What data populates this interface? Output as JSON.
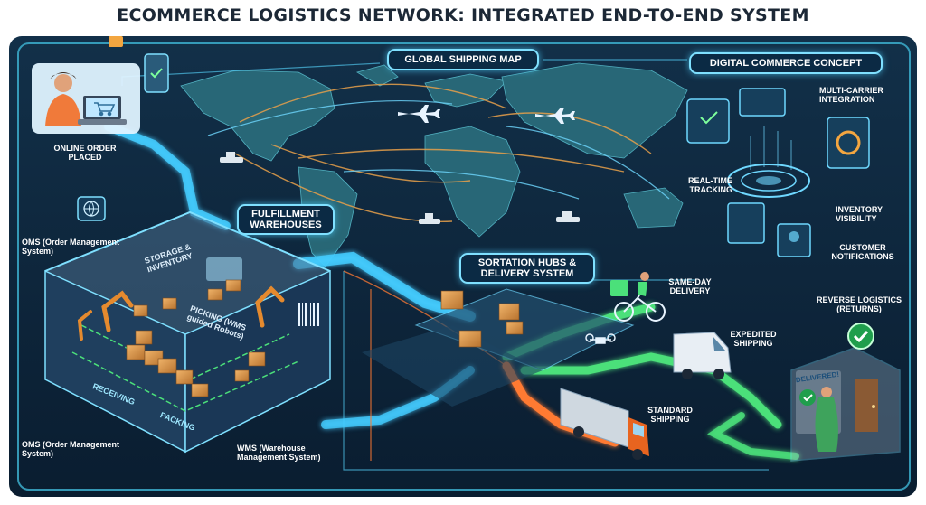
{
  "title": "ECOMMERCE LOGISTICS NETWORK: INTEGRATED END-TO-END SYSTEM",
  "sections": {
    "global_map": "GLOBAL SHIPPING MAP",
    "digital_commerce": "DIGITAL COMMERCE CONCEPT",
    "fulfillment": "FULFILLMENT WAREHOUSES",
    "sortation": "SORTATION HUBS & DELIVERY SYSTEM"
  },
  "labels": {
    "online_order": "ONLINE ORDER PLACED",
    "oms_top": "OMS (Order Management System)",
    "oms_bottom": "OMS (Order Management System)",
    "wms": "WMS (Warehouse Management System)",
    "storage": "STORAGE & INVENTORY",
    "picking": "PICKING (WMS guided Robots)",
    "receiving": "RECEIVING",
    "packing": "PACKING",
    "multi_carrier": "MULTI-CARRIER INTEGRATION",
    "realtime": "REAL-TIME TRACKING",
    "inventory_vis": "INVENTORY VISIBILITY",
    "customer_notif": "CUSTOMER NOTIFICATIONS",
    "same_day": "SAME-DAY DELIVERY",
    "expedited": "EXPEDITED SHIPPING",
    "standard": "STANDARD SHIPPING",
    "reverse": "REVERSE LOGISTICS (RETURNS)",
    "delivered": "DELIVERED!"
  },
  "colors": {
    "background": "#0d2438",
    "map_land": "#2a6b7a",
    "flow_blue": "#44ccff",
    "flow_green": "#4be07a",
    "flow_orange": "#ff7a33",
    "truck": "#e8641f"
  },
  "icons": [
    "laptop-icon",
    "cart-icon",
    "globe-icon",
    "airplane-icon",
    "ship-icon",
    "box-icon",
    "robot-arm-icon",
    "drone-icon",
    "bicycle-courier-icon",
    "van-icon",
    "truck-icon",
    "check-icon",
    "door-icon"
  ]
}
